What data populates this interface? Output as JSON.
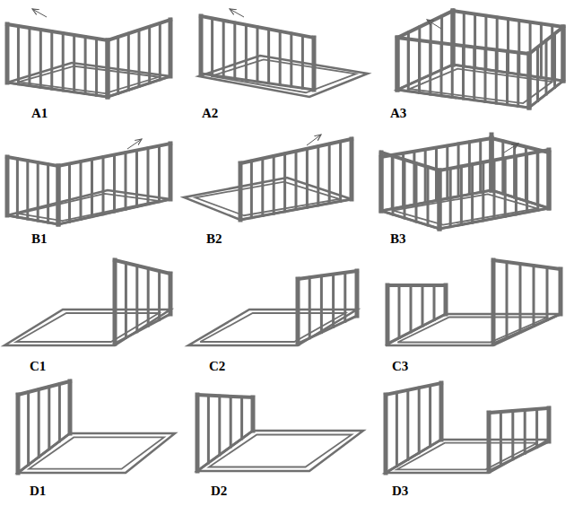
{
  "diagram": {
    "labels": [
      "A1",
      "A2",
      "A3",
      "B1",
      "B2",
      "B3",
      "C1",
      "C2",
      "C3",
      "D1",
      "D2",
      "D3"
    ]
  }
}
